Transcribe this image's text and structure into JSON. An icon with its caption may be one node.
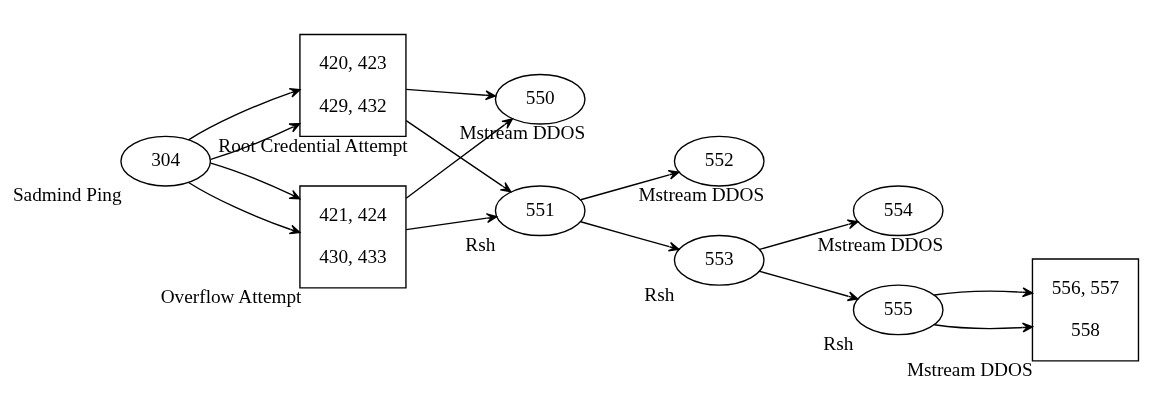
{
  "diagram": {
    "nodes": [
      {
        "text": [
          "304"
        ],
        "beside": [
          "Sadmind Ping"
        ]
      },
      {
        "text": [
          "420, 423",
          "429, 432"
        ],
        "beside": [
          "Root Credential Attempt"
        ]
      },
      {
        "text": [
          "421, 424",
          "430, 433"
        ],
        "beside": [
          "Overflow Attempt"
        ]
      },
      {
        "text": [
          "550"
        ],
        "beside": [
          "Mstream DDOS"
        ]
      },
      {
        "text": [
          "551"
        ],
        "beside": [
          "Rsh"
        ]
      },
      {
        "text": [
          "552"
        ],
        "beside": [
          "Mstream DDOS"
        ]
      },
      {
        "text": [
          "553"
        ],
        "beside": [
          "Rsh"
        ]
      },
      {
        "text": [
          "554"
        ],
        "beside": [
          "Mstream DDOS"
        ]
      },
      {
        "text": [
          "555"
        ],
        "beside": [
          "Rsh"
        ]
      },
      {
        "text": [
          "556, 557",
          "558"
        ],
        "beside": [
          "Mstream DDOS"
        ]
      }
    ],
    "edges": [
      {
        "from": 0,
        "to": 1,
        "arrow": "to"
      },
      {
        "from": 0,
        "to": 1,
        "arrow": "to"
      },
      {
        "from": 0,
        "to": 2,
        "arrow": "to"
      },
      {
        "from": 0,
        "to": 2,
        "arrow": "to"
      },
      {
        "from": 1,
        "to": 3,
        "arrow": "to"
      },
      {
        "from": 1,
        "to": 4,
        "arrow": "to"
      },
      {
        "from": 2,
        "to": 3,
        "arrow": "to"
      },
      {
        "from": 2,
        "to": 4,
        "arrow": "to"
      },
      {
        "from": 4,
        "to": 6,
        "arrow": "to"
      },
      {
        "from": 4,
        "to": 5,
        "arrow": "to"
      },
      {
        "from": 6,
        "to": 7,
        "arrow": "to"
      },
      {
        "from": 6,
        "to": 8,
        "arrow": "to"
      },
      {
        "from": 8,
        "to": 9,
        "arrow": "to"
      },
      {
        "from": 8,
        "to": 9,
        "arrow": "to"
      }
    ]
  }
}
